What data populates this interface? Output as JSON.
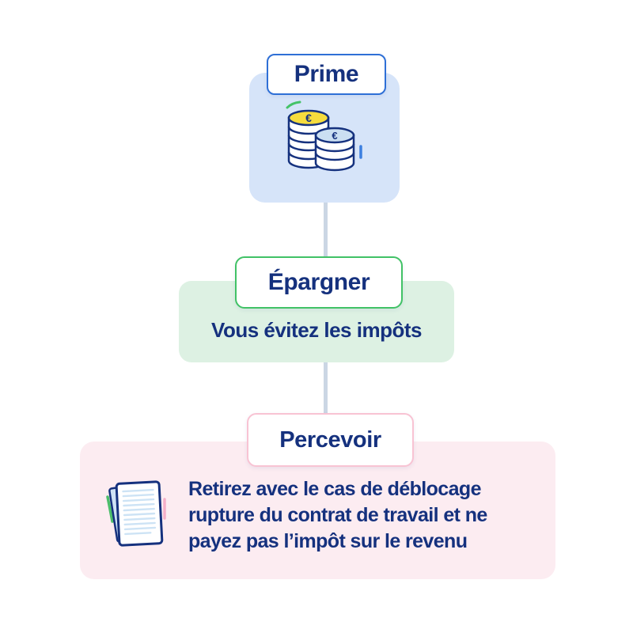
{
  "infographic": {
    "text_color": "#15317E",
    "connector_color": "#CBD6E4",
    "steps": [
      {
        "id": "prime",
        "label": "Prime",
        "accent": "#2E6FD6",
        "panel_bg": "#D6E4F9",
        "icon": "coins-icon",
        "icon_colors": {
          "coin_yellow": "#F6DC3D",
          "coin_blue_top": "#CBDFF2",
          "outline_navy": "#15317E",
          "accent_green": "#44C368",
          "accent_blue": "#3C7EE0"
        }
      },
      {
        "id": "epargner",
        "label": "Épargner",
        "accent": "#41C266",
        "panel_bg": "#DDF1E3",
        "description": "Vous évitez les impôts"
      },
      {
        "id": "percevoir",
        "label": "Percevoir",
        "accent": "#F8C3D3",
        "panel_bg": "#FCECF1",
        "icon": "documents-icon",
        "icon_colors": {
          "sheet_front": "#FFFFFF",
          "sheet_back": "#CFE2F5",
          "text_lines": "#CDE3F5",
          "outline_navy": "#15317E",
          "accent_green": "#4CBE6B",
          "accent_pink": "#F5AFC8"
        },
        "description_lines": [
          "Retirez avec le cas de déblocage",
          "rupture du contrat de travail et ne",
          "payez pas l’impôt sur le revenu"
        ]
      }
    ]
  }
}
